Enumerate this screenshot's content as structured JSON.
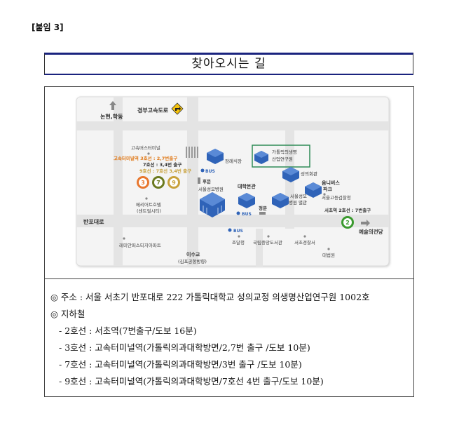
{
  "attachment_label": "[붙임 3]",
  "title": "찾아오시는 길",
  "map": {
    "labels": {
      "nonhyeon": "논현,학동",
      "gyeongbu": "경부고속도로",
      "bus_terminal": "고속버스터미널",
      "terminal_line3": "고속터미널역 3호선 : 2,7번출구",
      "terminal_line7": "7호선 : 3,4번 출구",
      "terminal_line9": "9호선 : 7호선 3,4번 출구",
      "jangrae": "장례식장",
      "bio_institute_1": "가톨릭의생명",
      "bio_institute_2": "산업연구원",
      "seongui_hall": "성의회관",
      "bus1": "BUS",
      "back_gate": "후문",
      "seoul_st_mary": "서울성모병원",
      "univ_main": "대학본관",
      "omnibus_1": "옴니버스",
      "omnibus_2": "파크",
      "annex_1": "서울성모",
      "annex_2": "병원 별관",
      "prosecutors": "서울고등검찰청",
      "marriott_1": "메리어트호텔",
      "marriott_2": "(센트럴시티)",
      "bus2": "BUS",
      "main_gate": "정문",
      "seocho_station": "서초역 2호선 : 7번출구",
      "banpo": "반포대로",
      "arts_center": "예술의전당",
      "bus3": "BUS",
      "raemian": "레미안퍼스티지아파트",
      "jodalcheong": "조달청",
      "library": "국립중앙도서관",
      "police": "서초경찰서",
      "isugyo_1": "이수교",
      "isugyo_2": "(김포공항방향)",
      "supreme_court": "대법원",
      "badge_3": "3",
      "badge_7": "7",
      "badge_9": "9",
      "badge_2": "2"
    }
  },
  "info": {
    "address": "◎ 주소 : 서울 서초기 반포대로 222 가톨릭대학교 성의교정 의생명산업연구원 1002호",
    "subway_heading": "◎ 지하철",
    "line2": "- 2호선 : 서초역(7번출구/도보 16분)",
    "line3": "- 3호선 : 고속터미널역(가톨릭의과대학방면/2,7번 출구 /도보 10분)",
    "line7": "- 7호선 : 고속터미널역(가톨릭의과대학방면/3번 출구 /도보 10분)",
    "line9": "- 9호선 : 고속터미널역(가톨릭의과대학방면/7호선 4번 출구/도보 10분)"
  },
  "colors": {
    "title_border": "#1a237e",
    "road": "#e6e6e6",
    "map_bg": "#f4f4f4",
    "building": "#2f63b8",
    "line2": "#3b9a2f",
    "line3": "#e8772e",
    "line7": "#6b7a1f",
    "line9": "#c8a13b",
    "highlight_box": "#2e8b57",
    "orange_text": "#e07a1a"
  }
}
